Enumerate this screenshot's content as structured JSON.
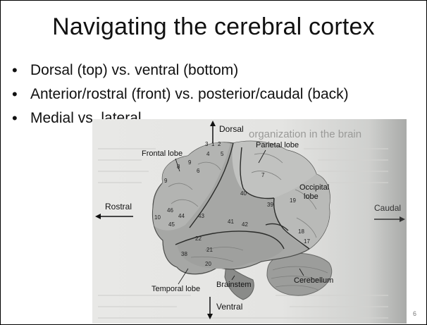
{
  "slide": {
    "title": "Navigating the cerebral cortex",
    "bullets": [
      "Dorsal (top) vs. ventral (bottom)",
      "Anterior/rostral (front) vs. posterior/caudal (back)",
      "Medial vs. lateral"
    ],
    "page_number": "6"
  },
  "figure": {
    "background_text": "organization in the brain",
    "labels": {
      "dorsal": "Dorsal",
      "ventral": "Ventral",
      "rostral": "Rostral",
      "caudal": "Caudal",
      "frontal_lobe": "Frontal lobe",
      "parietal_lobe": "Parietal lobe",
      "occipital_lobe_line1": "Occipital",
      "occipital_lobe_line2": "lobe",
      "temporal_lobe": "Temporal lobe",
      "brainstem": "Brainstem",
      "cerebellum": "Cerebellum"
    },
    "area_numbers": {
      "a1": "3",
      "a2": "1",
      "a3": "2",
      "a4": "4",
      "a5": "5",
      "a6": "6",
      "a7": "8",
      "a8": "9",
      "a9": "9",
      "a10": "7",
      "a11": "40",
      "a12": "10",
      "a13": "46",
      "a14": "44",
      "a15": "45",
      "a16": "43",
      "a17": "41",
      "a18": "42",
      "a19": "39",
      "a20": "22",
      "a21": "21",
      "a22": "20",
      "a23": "19",
      "a24": "18",
      "a25": "17",
      "a26": "38"
    }
  }
}
